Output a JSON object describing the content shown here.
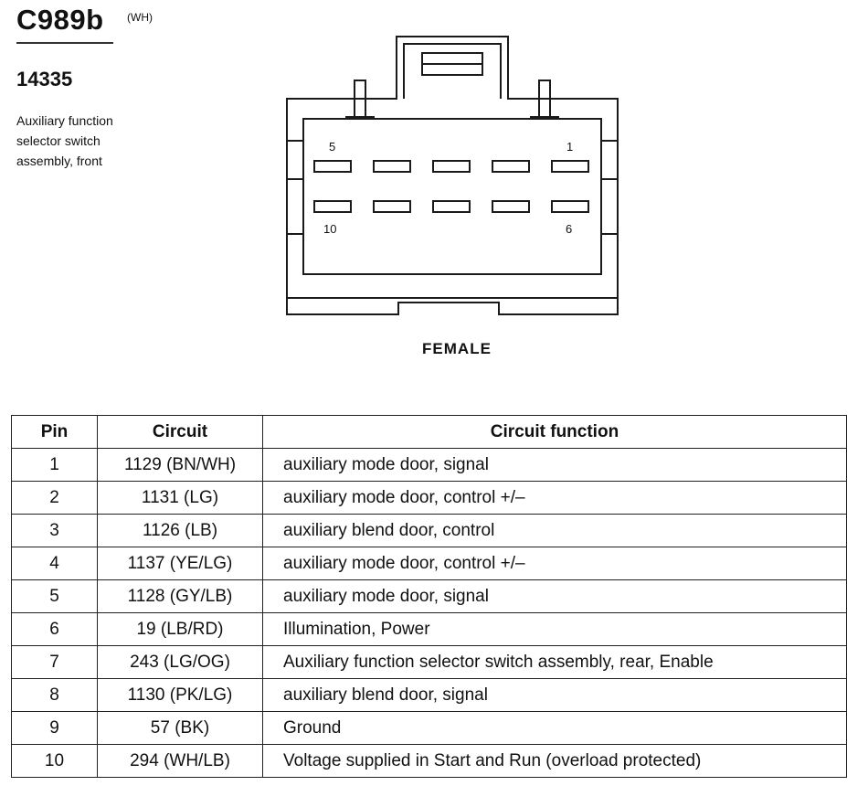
{
  "header": {
    "connector_id": "C989b",
    "color_code": "(WH)",
    "part_number": "14335",
    "description_lines": [
      "Auxiliary function",
      "selector switch",
      "assembly, front"
    ]
  },
  "diagram": {
    "pin_labels": {
      "top_left": "5",
      "top_right": "1",
      "bottom_left": "10",
      "bottom_right": "6"
    },
    "gender": "FEMALE"
  },
  "table": {
    "headers": {
      "pin": "Pin",
      "circuit": "Circuit",
      "function": "Circuit function"
    },
    "rows": [
      {
        "pin": "1",
        "circuit": "1129 (BN/WH)",
        "function": "auxiliary mode door, signal"
      },
      {
        "pin": "2",
        "circuit": "1131 (LG)",
        "function": "auxiliary mode door, control +/–"
      },
      {
        "pin": "3",
        "circuit": "1126 (LB)",
        "function": "auxiliary blend door, control"
      },
      {
        "pin": "4",
        "circuit": "1137 (YE/LG)",
        "function": "auxiliary mode door, control +/–"
      },
      {
        "pin": "5",
        "circuit": "1128 (GY/LB)",
        "function": "auxiliary mode door, signal"
      },
      {
        "pin": "6",
        "circuit": "19 (LB/RD)",
        "function": "Illumination, Power"
      },
      {
        "pin": "7",
        "circuit": "243 (LG/OG)",
        "function": "Auxiliary function selector switch assembly, rear, Enable"
      },
      {
        "pin": "8",
        "circuit": "1130 (PK/LG)",
        "function": "auxiliary blend door, signal"
      },
      {
        "pin": "9",
        "circuit": "57 (BK)",
        "function": "Ground"
      },
      {
        "pin": "10",
        "circuit": "294 (WH/LB)",
        "function": "Voltage supplied in Start and Run (overload protected)"
      }
    ]
  }
}
